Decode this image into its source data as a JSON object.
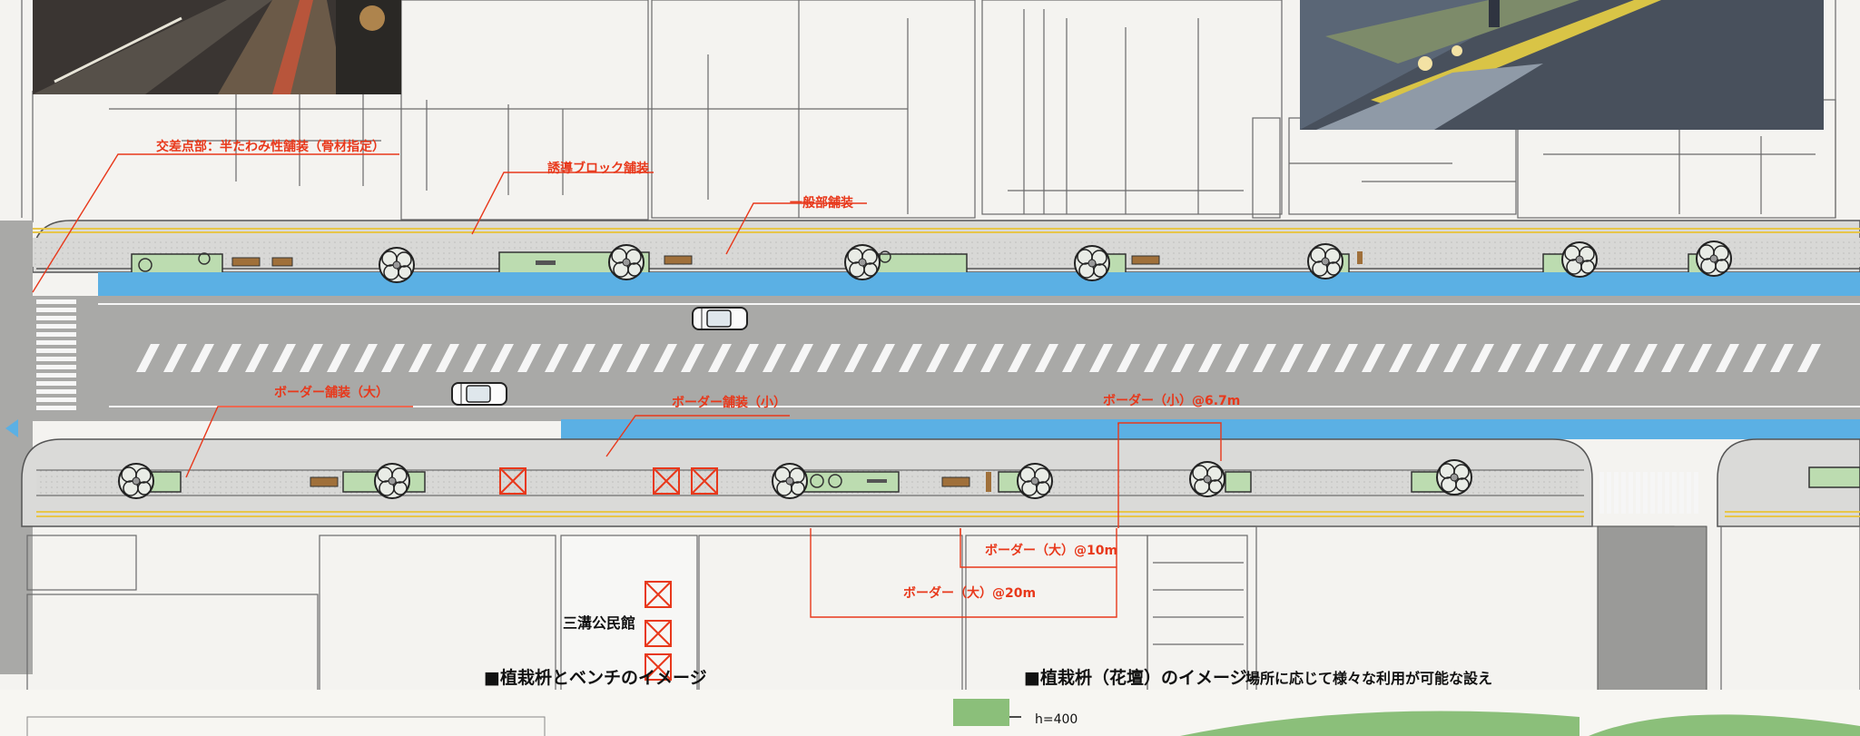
{
  "labels": {
    "intersection": "交差点部：半たわみ性舗装（骨材指定）",
    "guide_block": "誘導ブロック舗装",
    "general": "一般部舗装",
    "border_large": "ボーダー舗装（大）",
    "border_small": "ボーダー舗装（小）",
    "border_small_pitch": "ボーダー（小）@6.7m",
    "border_large_10m": "ボーダー（大）@10m",
    "border_large_20m": "ボーダー（大）@20m"
  },
  "places": {
    "community_hall": "三溝公民館"
  },
  "captions": {
    "planter_bench": "■植栽枡とベンチのイメージ",
    "planter_flowerbed": "■植栽枡（花壇）のイメージ",
    "flexible_use": "場所に応じて様々な利用が可能な設え",
    "height_note": "h=400"
  },
  "photos": [
    {
      "id": "street-night",
      "subject": "night street sidewalk"
    },
    {
      "id": "planter-night",
      "subject": "lit planter with yellow line"
    }
  ],
  "colors": {
    "asphalt": "#a9a9a7",
    "sidewalk": "#dcdcdc",
    "bike_lane": "#5bb0e4",
    "planter": "#bcdcb0",
    "bench": "#a0703a",
    "callout": "#e8381b",
    "yellow_line": "#e7c64a"
  }
}
